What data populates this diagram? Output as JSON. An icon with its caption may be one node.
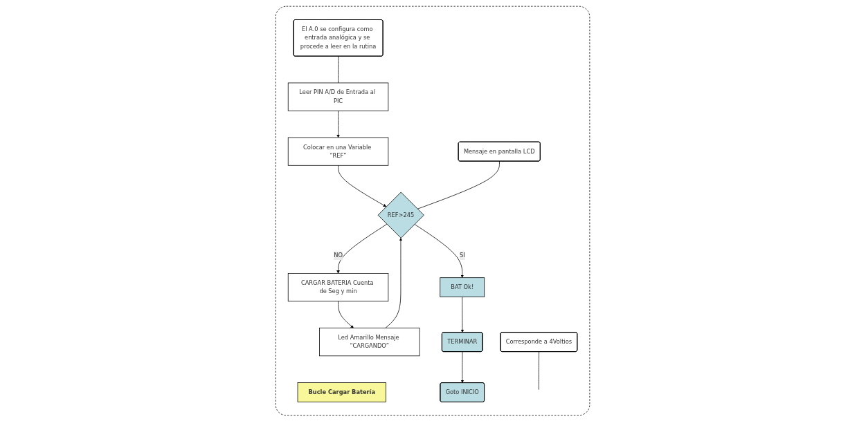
{
  "diagram": {
    "nodes": [
      {
        "text": [],
        "shape": "box"
      },
      {
        "text": [
          "Bucle Cargar Batería"
        ],
        "in": 0
      },
      {
        "text": [
          "Leer PIN A/D de Entrada al PIC"
        ],
        "in": 0
      },
      {
        "text": [
          "El A.0 se configura como entrada analógica y se procede a leer en la rutina"
        ],
        "in": 0
      },
      {
        "text": [
          "Colocar en una Variable “REF”"
        ],
        "in": 0
      },
      {
        "text": [
          "Corresponde a 4Voltios"
        ],
        "in": 0
      },
      {
        "text": [
          "Mensaje en pantalla LCD"
        ],
        "in": 0
      },
      {
        "text": [
          "REF>245"
        ],
        "in": 0
      },
      {
        "text": [
          "CARGAR BATERIA Cuenta de Seg y min"
        ],
        "in": 0
      },
      {
        "text": [
          "Led Amarillo Mensaje “CARGANDO”"
        ],
        "in": 0
      },
      {
        "text": [
          "BAT Ok!"
        ],
        "in": 0
      },
      {
        "text": [
          "TERMINAR"
        ],
        "in": 0
      },
      {
        "text": [
          "Goto INICIO"
        ],
        "in": 0
      }
    ],
    "edges": [
      {
        "from": 2,
        "to": 4,
        "arrow": "to"
      },
      {
        "from": 4,
        "to": 7,
        "arrow": "to"
      },
      {
        "from": 7,
        "to": 8,
        "label": "NO",
        "arrow": "to"
      },
      {
        "from": 8,
        "to": 9,
        "arrow": "to"
      },
      {
        "from": 9,
        "to": 7,
        "arrow": "to"
      },
      {
        "from": 7,
        "to": 10,
        "label": "SI",
        "arrow": "to"
      },
      {
        "from": 10,
        "to": 11,
        "arrow": "to"
      },
      {
        "from": 11,
        "to": 12,
        "arrow": "to"
      },
      {
        "from": 3,
        "to": 2,
        "arrow": "none"
      },
      {
        "from": 5,
        "to": null,
        "arrow": "none"
      },
      {
        "from": 6,
        "to": 7,
        "arrow": "none"
      }
    ]
  }
}
